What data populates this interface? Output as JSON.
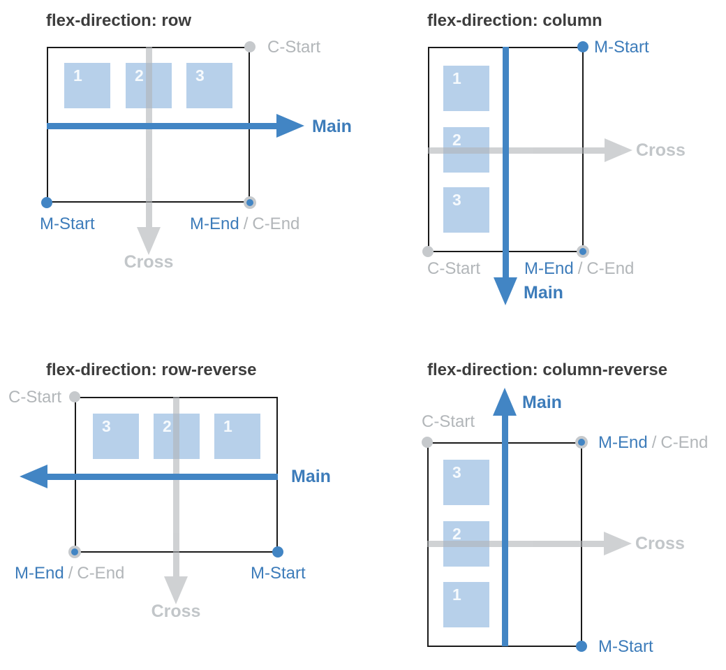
{
  "colors": {
    "blue": "#4285c4",
    "blue_text": "#3d7cba",
    "item_fill": "#b7d0ea",
    "gray_arrow": "#b0b4b7",
    "gray_dot": "#c6c9cc",
    "gray_text": "#b2b6b9",
    "cross_text": "#c2c6c9",
    "title_text": "#3d3d3d",
    "box_border": "#1a1a1a"
  },
  "panels": [
    {
      "title": "flex-direction: row",
      "items": [
        "1",
        "2",
        "3"
      ],
      "main_label": "Main",
      "cross_label": "Cross",
      "m_start": "M-Start",
      "m_end": "M-End",
      "c_start": "C-Start",
      "c_end": "C-End",
      "separator": "/"
    },
    {
      "title": "flex-direction: column",
      "items": [
        "1",
        "2",
        "3"
      ],
      "main_label": "Main",
      "cross_label": "Cross",
      "m_start": "M-Start",
      "m_end": "M-End",
      "c_start": "C-Start",
      "c_end": "C-End",
      "separator": "/"
    },
    {
      "title": "flex-direction: row-reverse",
      "items": [
        "3",
        "2",
        "1"
      ],
      "main_label": "Main",
      "cross_label": "Cross",
      "m_start": "M-Start",
      "m_end": "M-End",
      "c_start": "C-Start",
      "c_end": "C-End",
      "separator": "/"
    },
    {
      "title": "flex-direction: column-reverse",
      "items": [
        "3",
        "2",
        "1"
      ],
      "main_label": "Main",
      "cross_label": "Cross",
      "m_start": "M-Start",
      "m_end": "M-End",
      "c_start": "C-Start",
      "c_end": "C-End",
      "separator": "/"
    }
  ]
}
